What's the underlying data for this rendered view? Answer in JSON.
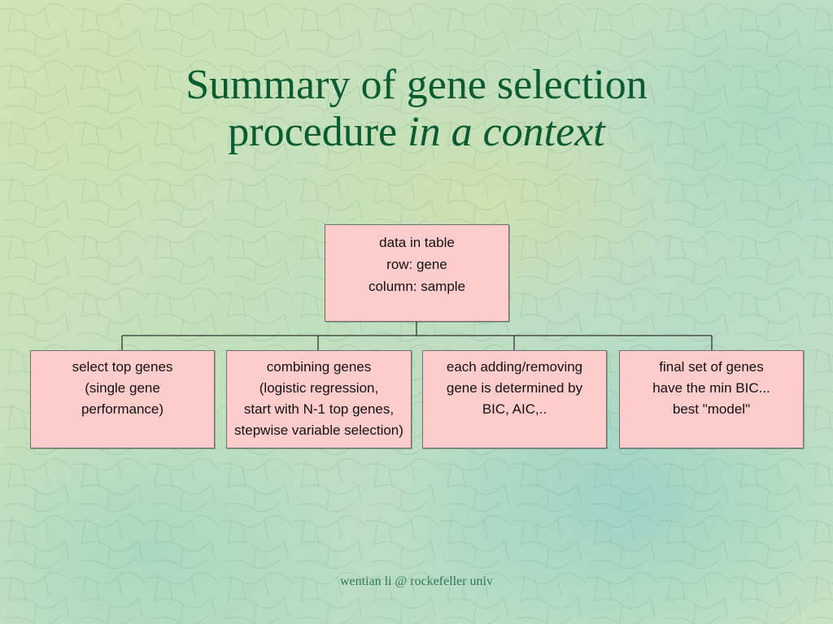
{
  "slide": {
    "title_line1": "Summary of gene selection",
    "title_line2_plain": "procedure",
    "title_line2_italic": "in a context",
    "footer": "wentian li @ rockefeller univ"
  },
  "diagram": {
    "type": "org-chart",
    "root": {
      "lines": [
        "data in table",
        "row: gene",
        "column: sample"
      ]
    },
    "children": [
      {
        "lines": [
          "select top genes",
          "(single gene",
          "performance)"
        ]
      },
      {
        "lines": [
          "combining genes",
          "(logistic regression,",
          "start with N-1 top genes,",
          "stepwise variable selection)"
        ]
      },
      {
        "lines": [
          "each adding/removing",
          "gene is determined by",
          "BIC, AIC,.."
        ]
      },
      {
        "lines": [
          "final set of genes",
          "have the min BIC...",
          "best \"model\""
        ]
      }
    ],
    "colors": {
      "box_fill": "#ffcccc",
      "box_border": "#6e6e6e",
      "title_color": "#0a5a32",
      "footer_color": "#2e7a55",
      "background": "#c4e0bc"
    }
  }
}
